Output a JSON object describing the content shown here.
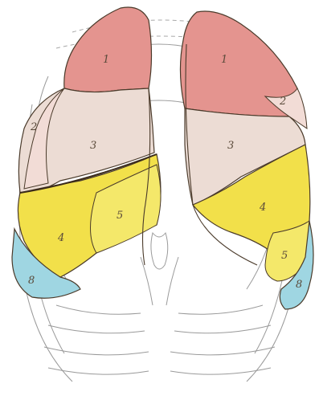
{
  "colors": {
    "segment_1": "#e4948f",
    "segment_2": "#f2dcd6",
    "segment_3": "#ecdcd4",
    "segment_4": "#f2e04a",
    "segment_5": "#f4e86a",
    "segment_8": "#9fd6e2",
    "rib_line": "#9a9a9a",
    "outline": "#4a3a2a"
  },
  "labels": {
    "right_lung": {
      "seg1": "1",
      "seg2": "2",
      "seg3": "3",
      "seg4": "4",
      "seg5": "5",
      "seg8": "8"
    },
    "left_lung": {
      "seg1": "1",
      "seg2": "2",
      "seg3": "3",
      "seg4": "4",
      "seg5": "5",
      "seg8": "8"
    }
  }
}
